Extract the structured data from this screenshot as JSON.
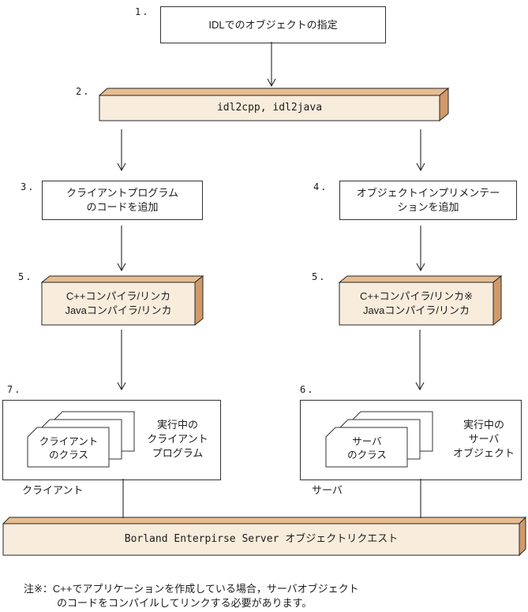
{
  "diagram": {
    "steps": {
      "s1": {
        "num": "1.",
        "text": "IDLでのオブジェクトの指定"
      },
      "s2": {
        "num": "2.",
        "text": "idl2cpp, idl2java"
      },
      "s3": {
        "num": "3.",
        "line1": "クライアントプログラム",
        "line2": "のコードを追加"
      },
      "s4": {
        "num": "4.",
        "line1": "オブジェクトインプリメンテー",
        "line2": "ションを追加"
      },
      "s5_left": {
        "num": "5.",
        "line1": "C++コンパイラ/リンカ",
        "line2": "Javaコンパイラ/リンカ"
      },
      "s5_right": {
        "num": "5.",
        "line1": "C++コンパイラ/リンカ※",
        "line2": "Javaコンパイラ/リンカ"
      },
      "s7": {
        "num": "7.",
        "card_line1": "クライアント",
        "card_line2": "のクラス",
        "desc_line1": "実行中の",
        "desc_line2": "クライアント",
        "desc_line3": "プログラム",
        "caption": "クライアント"
      },
      "s6": {
        "num": "6.",
        "card_line1": "サーバ",
        "card_line2": "のクラス",
        "desc_line1": "実行中の",
        "desc_line2": "サーバ",
        "desc_line3": "オブジェクト",
        "caption": "サーバ"
      }
    },
    "bus": {
      "text": "Borland Enterpirse Server オブジェクトリクエスト"
    },
    "note": {
      "line1": "注※：C++でアプリケーションを作成している場合，サーバオブジェクト",
      "line2": "のコードをコンパイルしてリンクする必要があります。"
    },
    "colors": {
      "face_front": "#f8ecdc",
      "face_top": "#e7bd92",
      "face_side": "#d0996a",
      "line": "#262626",
      "card_fill": "#ffffff"
    }
  }
}
